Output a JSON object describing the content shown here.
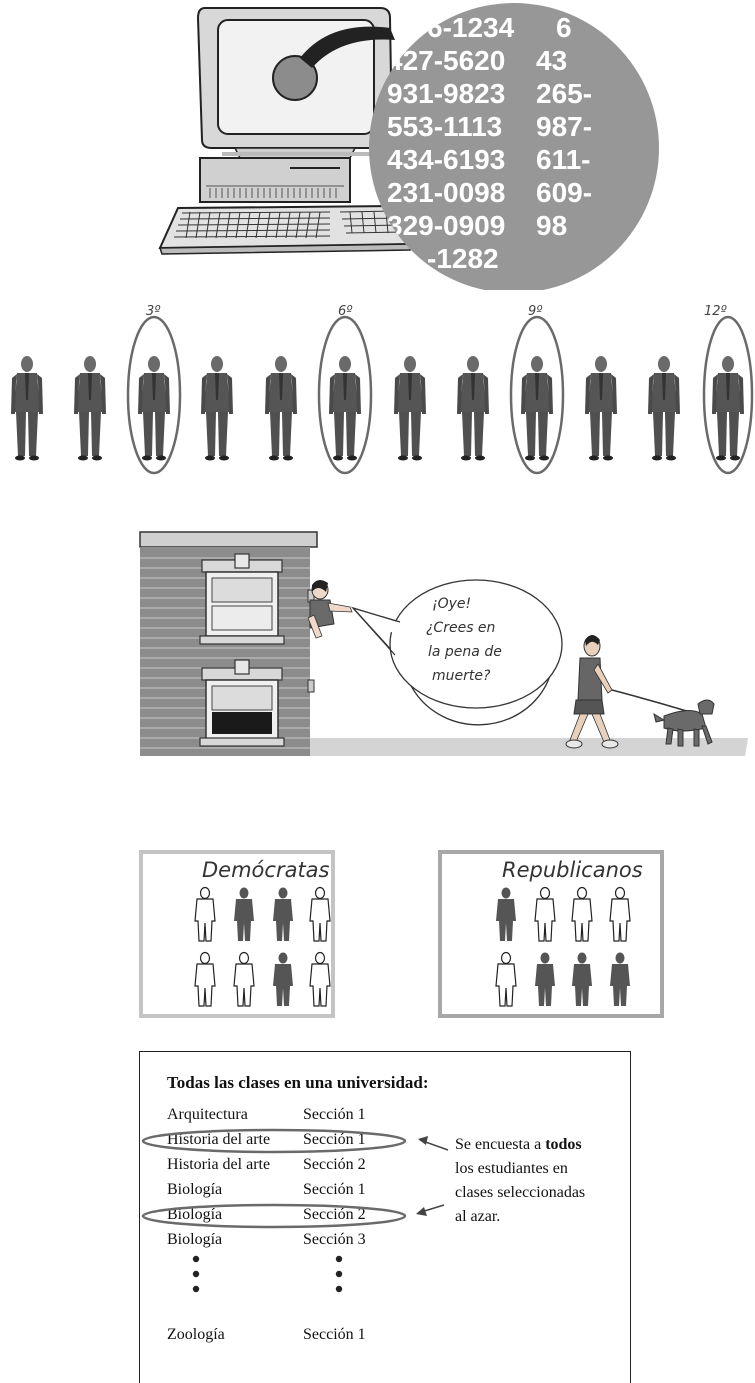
{
  "phone_numbers": {
    "column_a": [
      "6-1234",
      "427-5620",
      "931-9823",
      "553-1113",
      "434-6193",
      "231-0098",
      "329-0909",
      "-1282"
    ],
    "column_b": [
      "6",
      "43",
      "265-",
      "987-",
      "611-",
      "609-",
      "98",
      ""
    ]
  },
  "systematic": {
    "ordinals": [
      "3º",
      "6º",
      "9º",
      "12º"
    ]
  },
  "convenience": {
    "speech_lines": [
      "¡Oye!",
      "¿Crees en",
      "la pena de",
      "muerte?"
    ]
  },
  "stratified": {
    "left_title": "Demócratas",
    "right_title": "Republicanos"
  },
  "cluster": {
    "title": "Todas las clases en una universidad:",
    "rows": [
      {
        "course": "Arquitectura",
        "section": "Sección 1"
      },
      {
        "course": "Historia del arte",
        "section": "Sección 1"
      },
      {
        "course": "Historia del arte",
        "section": "Sección 2"
      },
      {
        "course": "Biología",
        "section": "Sección 1"
      },
      {
        "course": "Biología",
        "section": "Sección 2"
      },
      {
        "course": "Biología",
        "section": "Sección 3"
      },
      {
        "course": "Zoología",
        "section": "Sección 1"
      }
    ],
    "note_prefix": "Se encuesta a ",
    "note_bold": "todos",
    "note_lines": [
      "los estudiantes en",
      "clases seleccionadas",
      "al azar."
    ]
  }
}
